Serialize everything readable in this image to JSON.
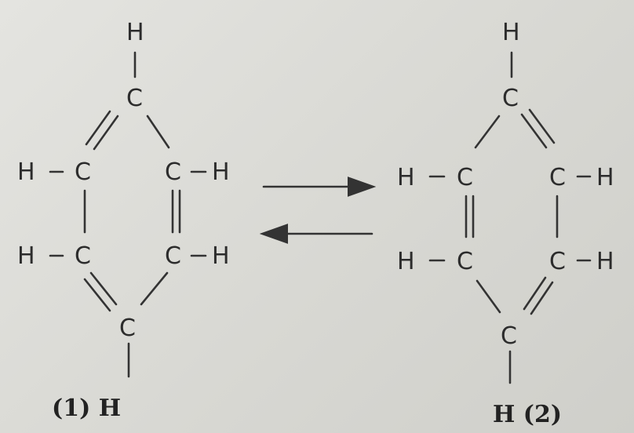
{
  "atoms": {
    "c": "C",
    "h": "H"
  },
  "labels": {
    "left": "(1) H",
    "right": "H (2)"
  },
  "arrows": {
    "forward": "right",
    "backward": "left"
  }
}
